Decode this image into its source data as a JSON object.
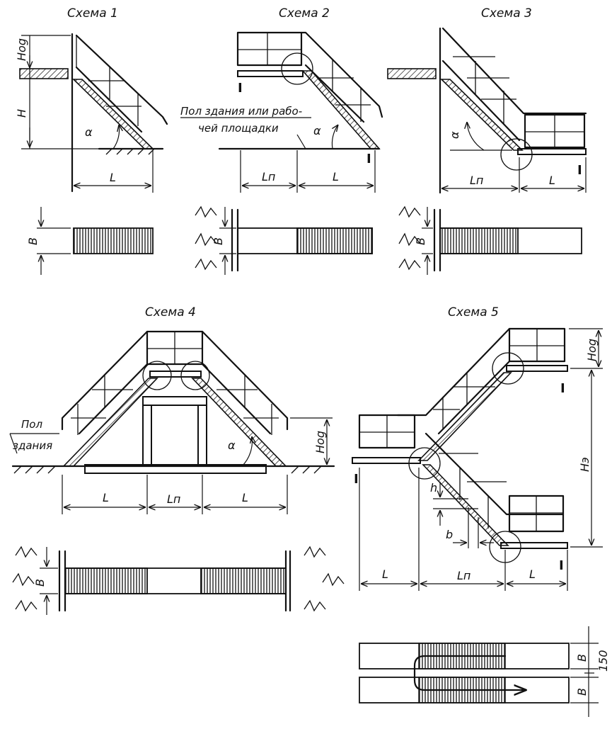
{
  "schemes": {
    "s1": {
      "title": "Схема 1"
    },
    "s2": {
      "title": "Схема 2"
    },
    "s3": {
      "title": "Схема 3"
    },
    "s4": {
      "title": "Схема 4"
    },
    "s5": {
      "title": "Схема 5"
    }
  },
  "labels": {
    "H": "H",
    "Hog": "Нog",
    "He": "Нэ",
    "L": "L",
    "Ln": "Lп",
    "B": "B",
    "alpha": "α",
    "h": "h",
    "b": "b",
    "gap": "150"
  },
  "notes": {
    "floor_line1": "Пол здания или рабо-",
    "floor_line2": "чей площадки",
    "building_floor_line1": "Пол",
    "building_floor_line2": "здания"
  }
}
